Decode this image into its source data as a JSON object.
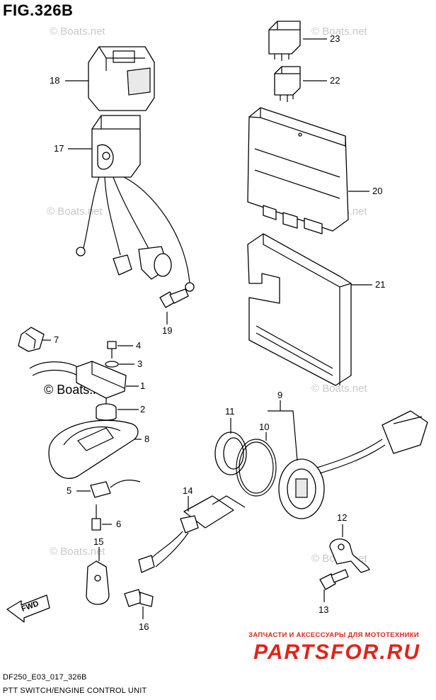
{
  "figure": {
    "title": "FIG.326B",
    "model_code": "DF250_E03_017_326B",
    "caption": "PTT SWITCH/ENGINE CONTROL UNIT"
  },
  "callouts": [
    {
      "id": "c1",
      "label": "1"
    },
    {
      "id": "c2",
      "label": "2"
    },
    {
      "id": "c3",
      "label": "3"
    },
    {
      "id": "c4",
      "label": "4"
    },
    {
      "id": "c5",
      "label": "5"
    },
    {
      "id": "c6",
      "label": "6"
    },
    {
      "id": "c7",
      "label": "7"
    },
    {
      "id": "c8",
      "label": "8"
    },
    {
      "id": "c9",
      "label": "9"
    },
    {
      "id": "c10",
      "label": "10"
    },
    {
      "id": "c11",
      "label": "11"
    },
    {
      "id": "c12",
      "label": "12"
    },
    {
      "id": "c13",
      "label": "13"
    },
    {
      "id": "c14",
      "label": "14"
    },
    {
      "id": "c15",
      "label": "15"
    },
    {
      "id": "c16",
      "label": "16"
    },
    {
      "id": "c17",
      "label": "17"
    },
    {
      "id": "c18",
      "label": "18"
    },
    {
      "id": "c19",
      "label": "19"
    },
    {
      "id": "c20",
      "label": "20"
    },
    {
      "id": "c21",
      "label": "21"
    },
    {
      "id": "c22",
      "label": "22"
    },
    {
      "id": "c23",
      "label": "23"
    }
  ],
  "fwd_label": "FWD",
  "watermark": {
    "small": "© Boats.net",
    "large": "© Boats.net"
  },
  "brand": {
    "tagline": "ЗАПЧАСТИ И АКСЕССУАРЫ ДЛЯ МОТОТЕХНИКИ",
    "logo": "PARTSFOR.RU"
  }
}
